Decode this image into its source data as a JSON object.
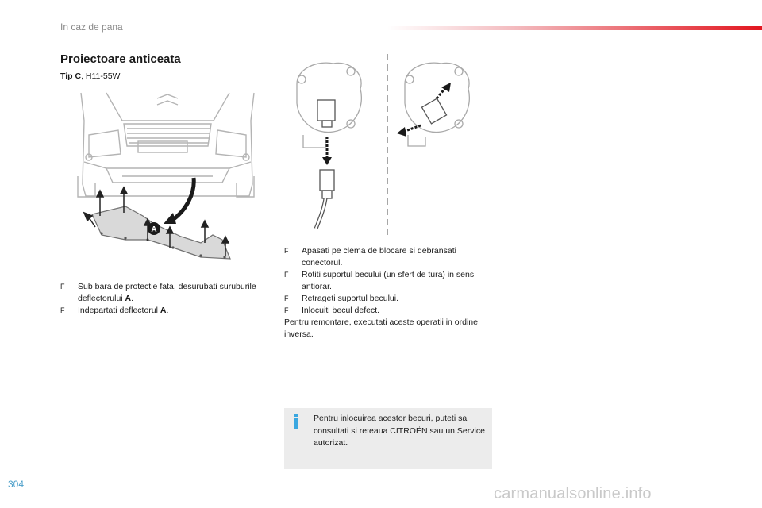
{
  "header": {
    "section": "In caz de pana"
  },
  "title": "Proiectoare anticeata",
  "subtitle": {
    "type_label": "Tip C",
    "bulb": ", H11-55W"
  },
  "left_steps": [
    {
      "mark": "F",
      "text": "Sub bara de protectie fata, desurubati suruburile deflectorului ",
      "ref": "A",
      "suffix": "."
    },
    {
      "mark": "F",
      "text": "Indepartati deflectorul ",
      "ref": "A",
      "suffix": "."
    }
  ],
  "right_steps": [
    {
      "mark": "F",
      "text": "Apasati pe clema de blocare si debransati conectorul."
    },
    {
      "mark": "F",
      "text": "Rotiti suportul becului (un sfert de tura) in sens antiorar."
    },
    {
      "mark": "F",
      "text": "Retrageti suportul becului."
    },
    {
      "mark": "F",
      "text": "Inlocuiti becul defect."
    }
  ],
  "reassembly": "Pentru remontare, executati aceste operatii in ordine inversa.",
  "info": {
    "icon": "info-icon",
    "text": "Pentru inlocuirea acestor becuri, puteti sa consultati si reteaua CITROËN sau un Service autorizat."
  },
  "illustration": {
    "label": "A"
  },
  "page_number": "304",
  "watermark": "carmanualsonline.info",
  "colors": {
    "accent_red": "#e2161f",
    "info_blue": "#3aa7e0",
    "page_num_blue": "#4a9ec9",
    "info_bg": "#ececec"
  }
}
